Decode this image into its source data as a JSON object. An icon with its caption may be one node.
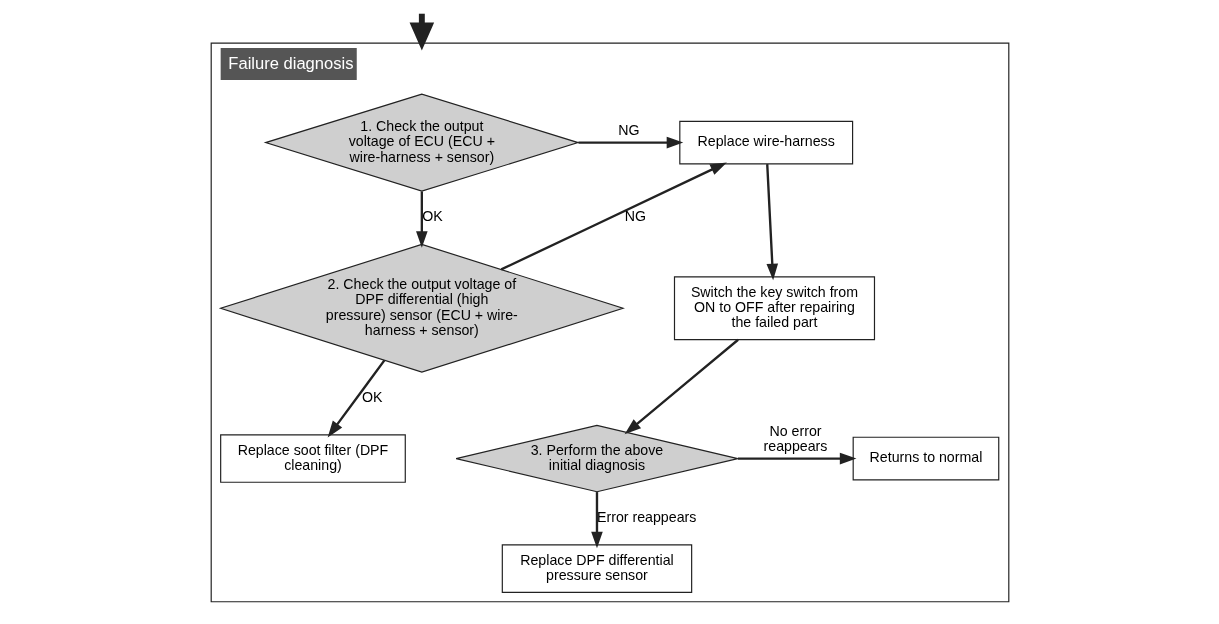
{
  "diagram": {
    "nodes": [
      {
        "text": [
          "Failure diagnosis"
        ]
      },
      {
        "text": [
          "1. Check the output voltage of ECU (ECU + wire-harness + sensor)"
        ],
        "in": 0
      },
      {
        "text": [
          "Replace wire-harness"
        ],
        "in": 0
      },
      {
        "text": [
          "Switch the key switch from ON to OFF after repairing the failed part"
        ],
        "in": 0
      },
      {
        "text": [
          "2. Check the output voltage of DPF differential (high pressure) sensor (ECU + wire-harness + sensor)"
        ],
        "in": 0
      },
      {
        "text": [
          "Replace soot filter (DPF cleaning)"
        ],
        "in": 0
      },
      {
        "text": [
          "3. Perform the above initial diagnosis"
        ],
        "in": 0
      },
      {
        "text": [
          "Returns to normal"
        ],
        "in": 0
      },
      {
        "text": [
          "Replace DPF differential pressure sensor"
        ],
        "in": 0
      }
    ],
    "edges": [
      {
        "from": null,
        "to": 0,
        "arrow": "to",
        "style": "thick"
      },
      {
        "from": 1,
        "to": 2,
        "arrow": "to",
        "label": "NG"
      },
      {
        "from": 1,
        "to": 4,
        "arrow": "to",
        "label": "OK"
      },
      {
        "from": 4,
        "to": 2,
        "arrow": "to",
        "label": "NG"
      },
      {
        "from": 4,
        "to": 5,
        "arrow": "to",
        "label": "OK"
      },
      {
        "from": 2,
        "to": 3,
        "arrow": "to"
      },
      {
        "from": 3,
        "to": 6,
        "arrow": "to"
      },
      {
        "from": 6,
        "to": 7,
        "arrow": "to",
        "label": "No error reappears"
      },
      {
        "from": 6,
        "to": 8,
        "arrow": "to",
        "label": "Error reappears"
      }
    ]
  }
}
